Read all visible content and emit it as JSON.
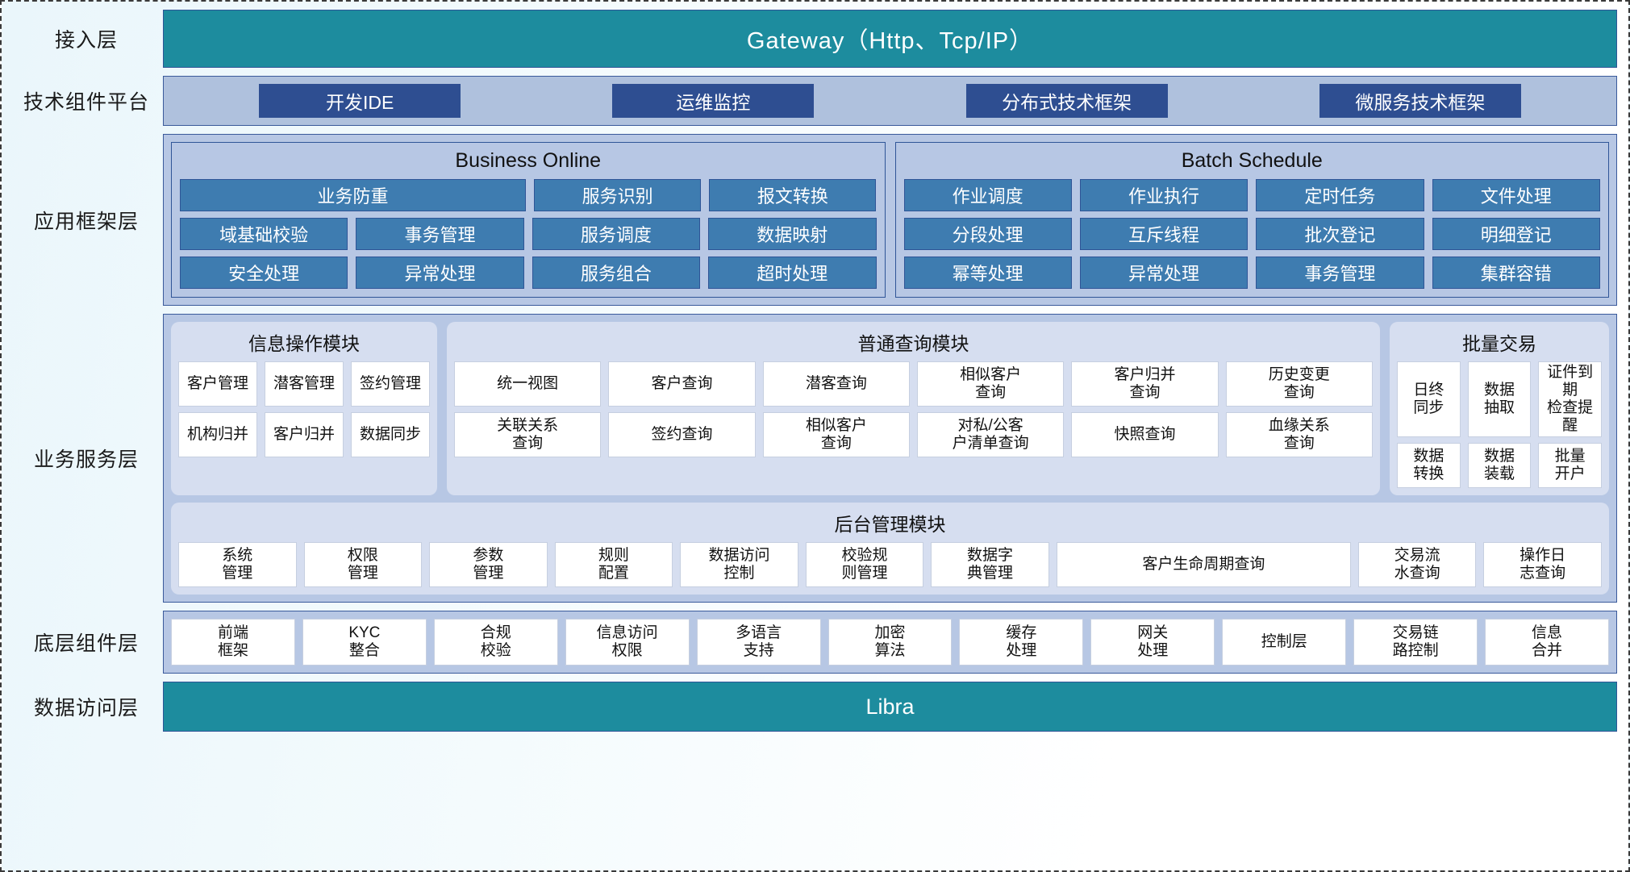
{
  "layers": [
    {
      "label": "接入层"
    },
    {
      "label": "技术组件平台"
    },
    {
      "label": "应用框架层"
    },
    {
      "label": "业务服务层"
    },
    {
      "label": "底层组件层"
    },
    {
      "label": "数据访问层"
    }
  ],
  "gateway": {
    "title": "Gateway（Http、Tcp/IP）"
  },
  "tech_platform": {
    "chips": [
      "开发IDE",
      "运维监控",
      "分布式技术框架",
      "微服务技术框架"
    ]
  },
  "app_framework": {
    "panels": [
      {
        "title": "Business Online",
        "rows": [
          [
            "业务防重",
            "服务识别",
            "报文转换"
          ],
          [
            "域基础校验",
            "事务管理",
            "服务调度",
            "数据映射"
          ],
          [
            "安全处理",
            "异常处理",
            "服务组合",
            "超时处理"
          ]
        ]
      },
      {
        "title": "Batch Schedule",
        "rows": [
          [
            "作业调度",
            "作业执行",
            "定时任务",
            "文件处理"
          ],
          [
            "分段处理",
            "互斥线程",
            "批次登记",
            "明细登记"
          ],
          [
            "幂等处理",
            "异常处理",
            "事务管理",
            "集群容错"
          ]
        ]
      }
    ]
  },
  "business_service": {
    "modules": [
      {
        "title": "信息操作模块",
        "rows": [
          [
            "客户管理",
            "潜客管理",
            "签约管理"
          ],
          [
            "机构归并",
            "客户归并",
            "数据同步"
          ]
        ]
      },
      {
        "title": "普通查询模块",
        "rows": [
          [
            "统一视图",
            "客户查询",
            "潜客查询",
            "相似客户\n查询",
            "客户归并\n查询",
            "历史变更\n查询"
          ],
          [
            "关联关系\n查询",
            "签约查询",
            "相似客户\n查询",
            "对私/公客\n户清单查询",
            "快照查询",
            "血缘关系\n查询"
          ]
        ]
      },
      {
        "title": "批量交易",
        "rows": [
          [
            "日终\n同步",
            "数据\n抽取",
            "证件到期\n检查提醒"
          ],
          [
            "数据\n转换",
            "数据\n装载",
            "批量\n开户"
          ]
        ]
      }
    ],
    "admin_module": {
      "title": "后台管理模块",
      "cells": [
        "系统\n管理",
        "权限\n管理",
        "参数\n管理",
        "规则\n配置",
        "数据访问\n控制",
        "校验规\n则管理",
        "数据字\n典管理",
        "客户生命周期查询",
        "交易流\n水查询",
        "操作日\n志查询"
      ],
      "wide_index": 7
    }
  },
  "component_layer": {
    "cells": [
      "前端\n框架",
      "KYC\n整合",
      "合规\n校验",
      "信息访问\n权限",
      "多语言\n支持",
      "加密\n算法",
      "缓存\n处理",
      "网关\n处理",
      "控制层",
      "交易链\n路控制",
      "信息\n合并"
    ]
  },
  "data_access": {
    "title": "Libra"
  },
  "colors": {
    "teal": "#1d8c9e",
    "dark_blue_chip": "#2e4e91",
    "panel_blue": "#b7c7e4",
    "cell_blue": "#3e7cb0",
    "module_bg": "#d6def0",
    "border": "#2f5597"
  }
}
